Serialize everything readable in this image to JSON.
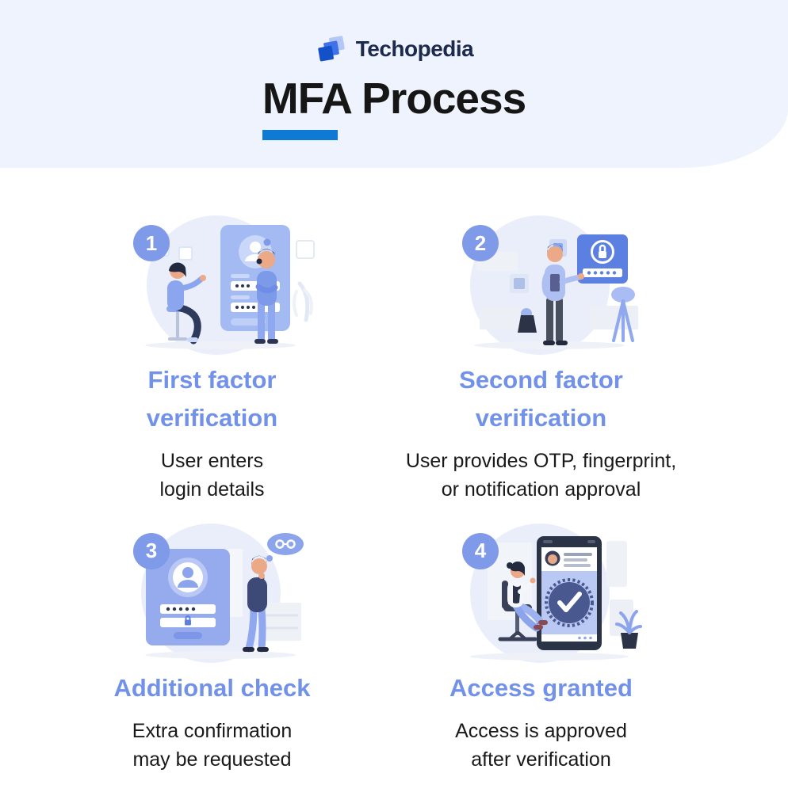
{
  "header": {
    "brand": "Techopedia",
    "title": "MFA Process"
  },
  "colors": {
    "header-bg": "#eff3fd",
    "accent": "#0e7ad3",
    "step-title": "#7292ea",
    "badge": "#7f9ae9",
    "body-text": "#191919",
    "brand-navy": "#1e2a4d",
    "scene-bg": "#e9eefa"
  },
  "steps": [
    {
      "number": "1",
      "title": "First factor verification",
      "title_lines": [
        "First factor",
        "verification"
      ],
      "description_lines": [
        "User enters",
        "login details"
      ],
      "illustration": "login-screen-scene"
    },
    {
      "number": "2",
      "title": "Second factor verification",
      "title_lines": [
        "Second factor",
        "verification"
      ],
      "description_lines": [
        "User provides OTP, fingerprint,",
        "or notification approval"
      ],
      "illustration": "otp-lock-panel-scene"
    },
    {
      "number": "3",
      "title": "Additional check",
      "title_lines": [
        "Additional check"
      ],
      "description_lines": [
        "Extra confirmation",
        "may be requested"
      ],
      "illustration": "extra-confirmation-card-scene"
    },
    {
      "number": "4",
      "title": "Access granted",
      "title_lines": [
        "Access granted"
      ],
      "description_lines": [
        "Access is approved",
        "after verification"
      ],
      "illustration": "verified-badge-scene"
    }
  ]
}
